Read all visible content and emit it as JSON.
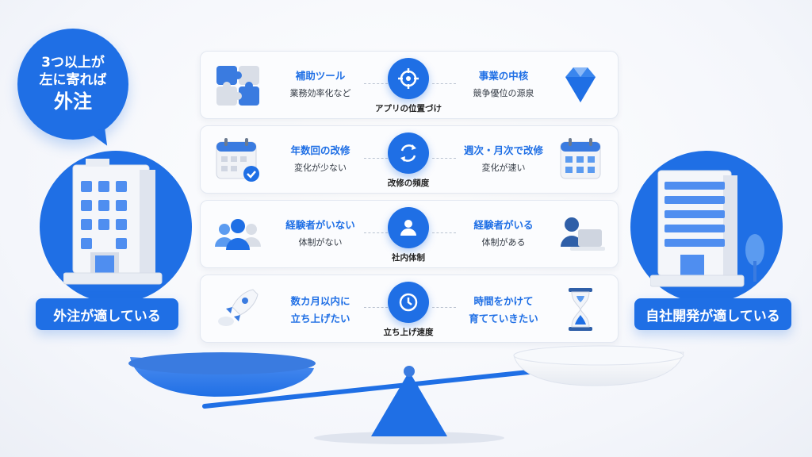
{
  "bubble": {
    "line1": "3つ以上が",
    "line2": "左に寄れば",
    "line3": "外注"
  },
  "left_label": "外注が適している",
  "right_label": "自社開発が適している",
  "rows": [
    {
      "left_head": "補助ツール",
      "left_sub": "業務効率化など",
      "center": "アプリの位置づけ",
      "right_head": "事業の中核",
      "right_sub": "競争優位の源泉",
      "left_icon": "puzzle-icon",
      "center_icon": "target-icon",
      "right_icon": "diamond-icon"
    },
    {
      "left_head": "年数回の改修",
      "left_sub": "変化が少ない",
      "center": "改修の頻度",
      "right_head": "週次・月次で改修",
      "right_sub": "変化が速い",
      "left_icon": "calendar-check-icon",
      "center_icon": "refresh-icon",
      "right_icon": "calendar-icon"
    },
    {
      "left_head": "経験者がいない",
      "left_sub": "体制がない",
      "center": "社内体制",
      "right_head": "経験者がいる",
      "right_sub": "体制がある",
      "left_icon": "people-group-icon",
      "center_icon": "person-icon",
      "right_icon": "person-laptop-icon"
    },
    {
      "left_head": "数カ月以内に",
      "left_sub": "立ち上げたい",
      "center": "立ち上げ速度",
      "right_head": "時間をかけて",
      "right_sub": "育てていきたい",
      "left_icon": "rocket-icon",
      "center_icon": "clock-icon",
      "right_icon": "hourglass-icon"
    }
  ],
  "colors": {
    "accent": "#1f6fe5",
    "light_accent": "#5b9bf0",
    "panel": "#fbfcfe"
  }
}
